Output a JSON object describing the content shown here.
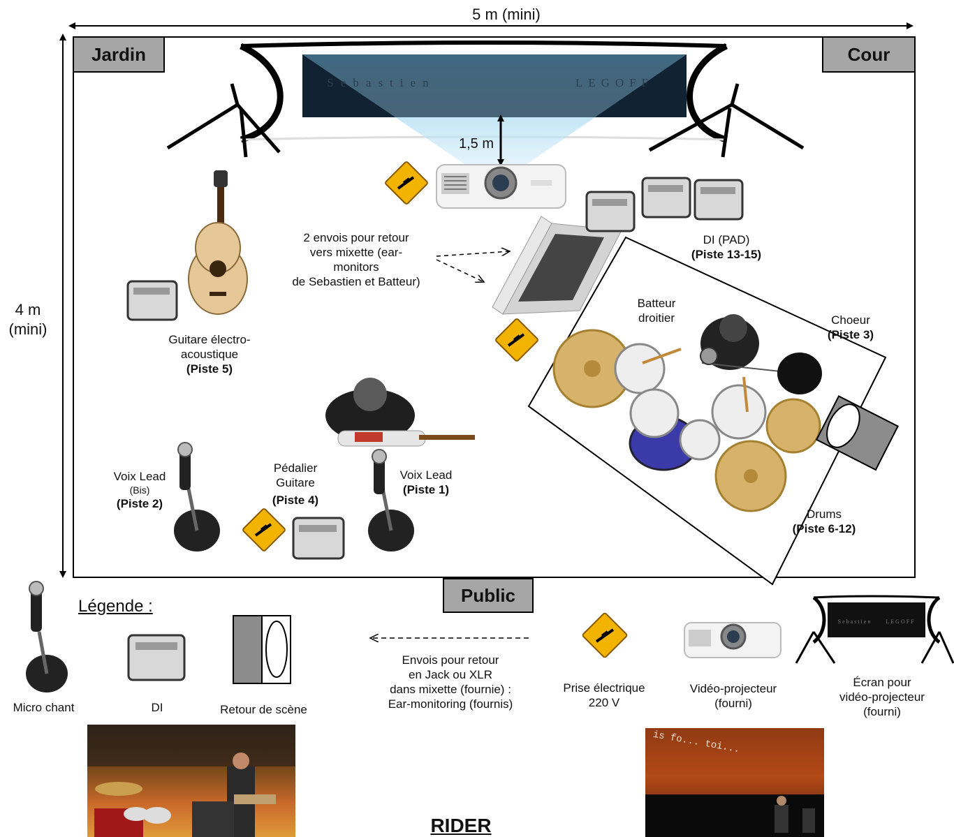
{
  "dimensions": {
    "width_label": "5 m (mini)",
    "height_label_1": "4 m",
    "height_label_2": "(mini)"
  },
  "corners": {
    "left": "Jardin",
    "right": "Cour",
    "bottom": "Public"
  },
  "screen": {
    "logo_left": "Sebastien",
    "logo_right": "LEGOFF",
    "distance": "1,5 m"
  },
  "returns_note": [
    "2 envois pour retour",
    "vers mixette (ear-",
    "monitors",
    "de Sebastien et Batteur)"
  ],
  "di_pad": {
    "name": "DI (PAD)",
    "track": "(Piste 13-15)"
  },
  "drummer": {
    "line1": "Batteur",
    "line2": "droitier"
  },
  "choeur": {
    "name": "Choeur",
    "track": "(Piste 3)"
  },
  "drums": {
    "name": "Drums",
    "track": "(Piste 6-12)"
  },
  "guitar": {
    "line1": "Guitare électro-",
    "line2": "acoustique",
    "track": "(Piste 5)"
  },
  "pedal": {
    "line1": "Pédalier",
    "line2": "Guitare",
    "track": "(Piste 4)"
  },
  "voice_lead": {
    "name": "Voix Lead",
    "track": "(Piste 1)"
  },
  "voice_bis": {
    "name": "Voix Lead",
    "bis": "(Bis)",
    "track": "(Piste 2)"
  },
  "legend": {
    "title": "Légende :",
    "micro": "Micro chant",
    "di": "DI",
    "monitor": "Retour de scène",
    "sends": [
      "Envois pour retour",
      "en Jack ou XLR",
      "dans mixette (fournie) :",
      "Ear-monitoring (fournis)"
    ],
    "plug": [
      "Prise électrique",
      "220 V"
    ],
    "projector": [
      "Vidéo-projecteur",
      "(fourni)"
    ],
    "screen": [
      "Écran pour",
      "vidéo-projecteur",
      "(fourni)"
    ]
  },
  "photo_right_text": "is fo... toi...",
  "footer": "RIDER",
  "colors": {
    "corner_bg": "#a6a6a6",
    "beam": "#bfe4f7",
    "monitor_gray": "#8c8c8c",
    "warning": "#f2b400"
  }
}
